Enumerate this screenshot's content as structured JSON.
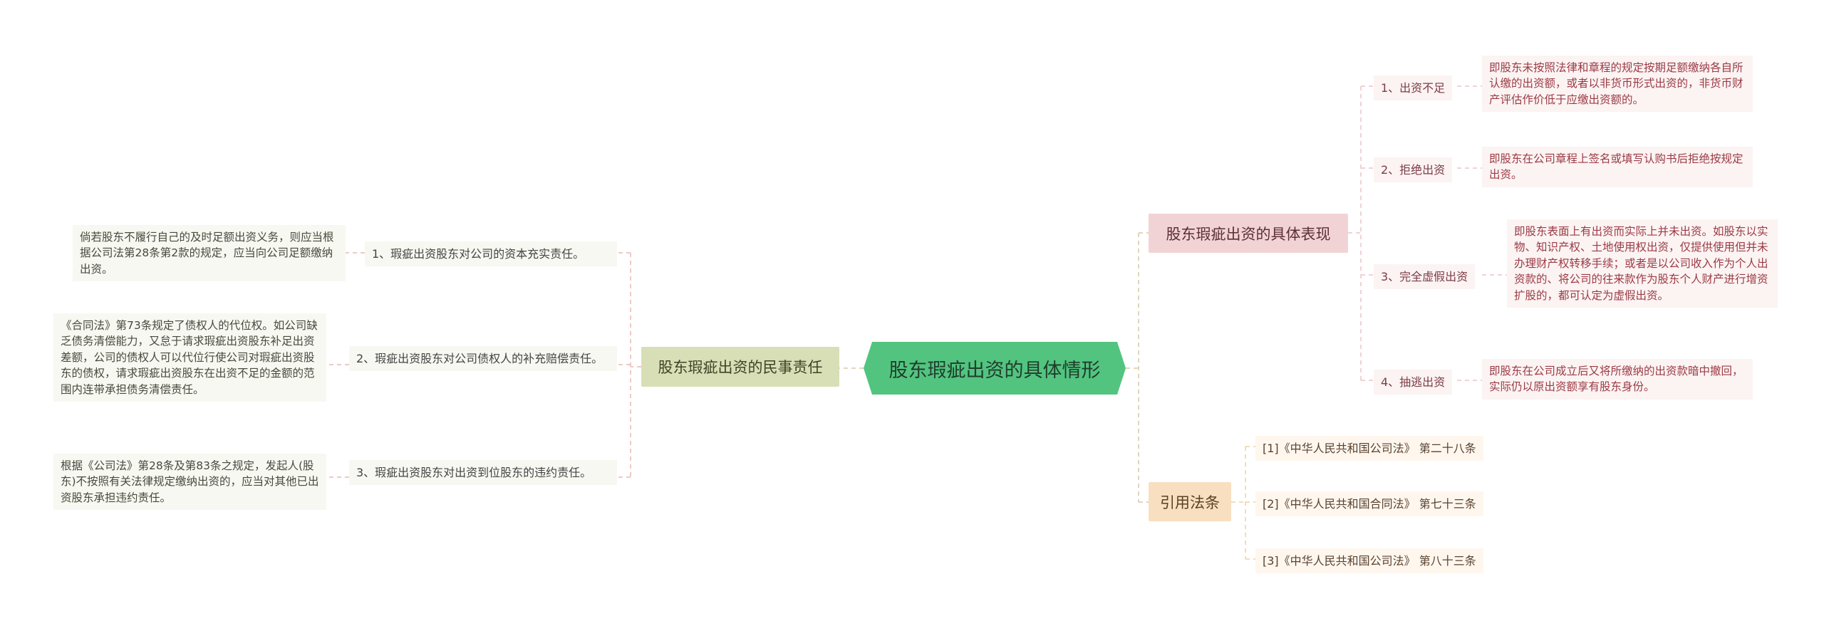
{
  "root": {
    "title": "股东瑕疵出资的具体情形"
  },
  "civil_liability": {
    "title": "股东瑕疵出资的民事责任",
    "items": [
      {
        "label": "1、瑕疵出资股东对公司的资本充实责任。",
        "note": "倘若股东不履行自己的及时足额出资义务，则应当根据公司法第28条第2款的规定，应当向公司足额缴纳出资。"
      },
      {
        "label": "2、瑕疵出资股东对公司债权人的补充赔偿责任。",
        "note": "《合同法》第73条规定了债权人的代位权。如公司缺乏债务清偿能力，又怠于请求瑕疵出资股东补足出资差额，公司的债权人可以代位行使公司对瑕疵出资股东的债权，请求瑕疵出资股东在出资不足的金额的范围内连带承担债务清偿责任。"
      },
      {
        "label": "3、瑕疵出资股东对出资到位股东的违约责任。",
        "note": "根据《公司法》第28条及第83条之规定，发起人(股东)不按照有关法律规定缴纳出资的，应当对其他已出资股东承担违约责任。"
      }
    ]
  },
  "manifestations": {
    "title": "股东瑕疵出资的具体表现",
    "items": [
      {
        "label": "1、出资不足",
        "note": "即股东未按照法律和章程的规定按期足额缴纳各自所认缴的出资额，或者以非货币形式出资的，非货币财产评估作价低于应缴出资额的。"
      },
      {
        "label": "2、拒绝出资",
        "note": "即股东在公司章程上签名或填写认购书后拒绝按规定出资。"
      },
      {
        "label": "3、完全虚假出资",
        "note": "即股东表面上有出资而实际上并未出资。如股东以实物、知识产权、土地使用权出资，仅提供使用但并未办理财产权转移手续；或者是以公司收入作为个人出资款的、将公司的往来款作为股东个人财产进行增资扩股的，都可认定为虚假出资。"
      },
      {
        "label": "4、抽逃出资",
        "note": "即股东在公司成立后又将所缴纳的出资款暗中撤回，实际仍以原出资额享有股东身份。"
      }
    ]
  },
  "citations": {
    "title": "引用法条",
    "items": [
      {
        "label": "[1]《中华人民共和国公司法》 第二十八条"
      },
      {
        "label": "[2]《中华人民共和国合同法》 第七十三条"
      },
      {
        "label": "[3]《中华人民共和国公司法》 第八十三条"
      }
    ]
  },
  "colors": {
    "root": "#52c47f",
    "civil": "#d8dfb6",
    "manifestations": "#f2d3d5",
    "citations": "#f8dfc0",
    "link_civil": "#e9b9b3",
    "link_forms": "#edc4c7",
    "link_law": "#f0cfa6"
  }
}
